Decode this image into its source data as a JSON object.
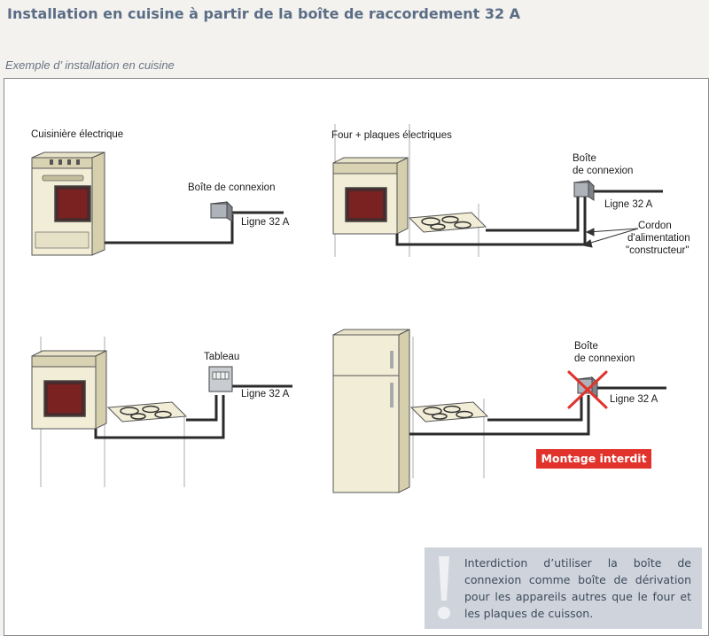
{
  "title": "Installation en cuisine à partir de la boîte de raccordement 32 A",
  "subtitle": "Exemple d’ installation en cuisine",
  "panels": {
    "p1": {
      "appliance": "Cuisinière électrique",
      "box": "Boîte de connexion",
      "line": "Ligne 32 A"
    },
    "p2": {
      "appliance": "Four + plaques électriques",
      "box_line1": "Boîte",
      "box_line2": "de connexion",
      "line": "Ligne 32 A",
      "cord_line1": "Cordon",
      "cord_line2": "d'alimentation",
      "cord_line3": "\"constructeur\""
    },
    "p3": {
      "panel": "Tableau",
      "line": "Ligne 32 A"
    },
    "p4": {
      "box_line1": "Boîte",
      "box_line2": "de connexion",
      "line": "Ligne 32 A",
      "warning": "Montage interdit"
    }
  },
  "note": "Interdiction d’utiliser la boîte de connexion comme boîte de dérivation pour les appareils autres que le four et les plaques de cuisson.",
  "colors": {
    "title": "#5b6d86",
    "warning": "#e2322c",
    "note_bg": "#cfd4dc",
    "cable": "#2b2b2b"
  }
}
